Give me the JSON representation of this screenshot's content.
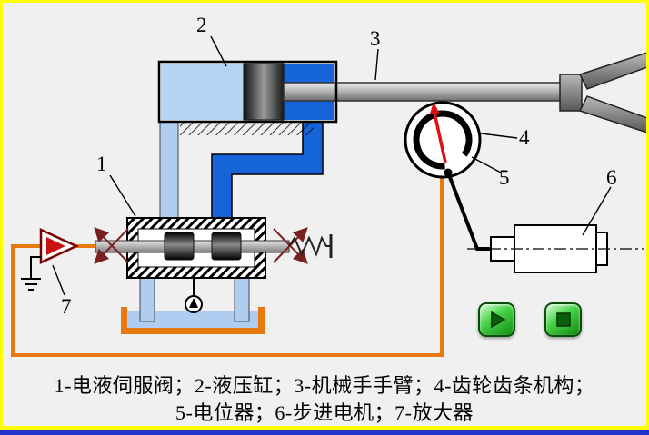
{
  "frame": {
    "background": "#f0f0f0",
    "border_color": "#ffff00",
    "bottom_strip_color": "#2233cc"
  },
  "callouts": {
    "c1": "1",
    "c2": "2",
    "c3": "3",
    "c4": "4",
    "c5": "5",
    "c6": "6",
    "c7": "7"
  },
  "caption": {
    "line1": "1-电液伺服阀；2-液压缸；3-机械手手臂；4-齿轮齿条机构；",
    "line2": "5-电位器；6-步进电机；7-放大器"
  },
  "controls": {
    "play_icon": "play-icon",
    "stop_icon": "stop-icon"
  },
  "colors": {
    "wire_orange": "#e8790f",
    "hydraulic_blue": "#1565d8",
    "hydraulic_light_blue": "#aecdf0",
    "needle_red": "#dd1111",
    "button_green": "#1fae1f",
    "amplifier_red": "#cc1111",
    "arrow_dark_red": "#7a2020"
  }
}
